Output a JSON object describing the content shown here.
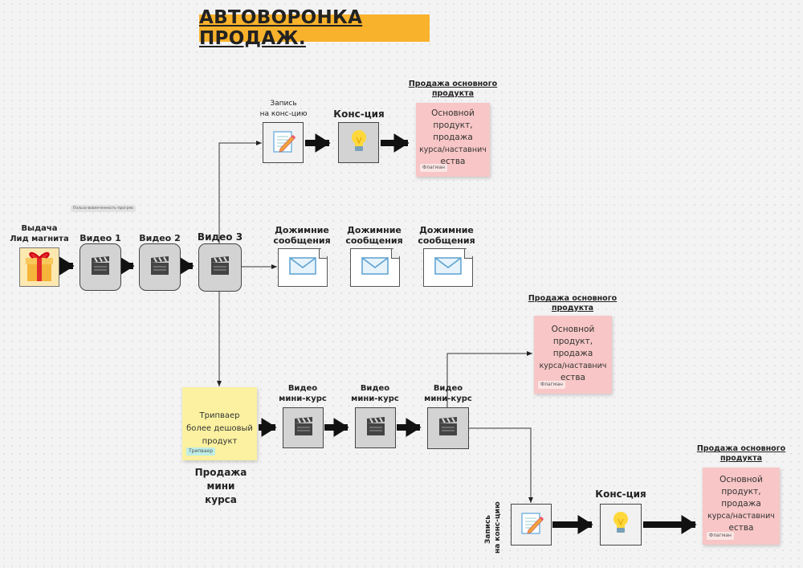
{
  "title": "АВТОВОРОНКА ПРОДАЖ.",
  "chip": "Польза-вовлеченность-прогрев",
  "lead": {
    "label_1": "Выдача",
    "label_2": "Лид магнита",
    "icon": "gift-icon"
  },
  "videos": [
    {
      "label": "Видео 1"
    },
    {
      "label": "Видео 2"
    },
    {
      "label": "Видео 3"
    }
  ],
  "followups": [
    {
      "l1": "Дожимние",
      "l2": "сообщения"
    },
    {
      "l1": "Дожимние",
      "l2": "сообщения"
    },
    {
      "l1": "Дожимние",
      "l2": "сообщения"
    }
  ],
  "top_branch": {
    "signup_1": "Запись",
    "signup_2": "на конс-цию",
    "consult": "Конс-ция"
  },
  "main_product": {
    "heading_1": "Продажа основного",
    "heading_2": "продукта",
    "lines": [
      "Основной",
      "продукт,",
      "продажа",
      "курса/наставнич",
      "ества"
    ],
    "tag": "Флагман"
  },
  "tripwire": {
    "lines": [
      "Трипваер",
      "более дешовый",
      "продукт"
    ],
    "tag": "Трипваер",
    "caption": [
      "Продажа",
      "мини",
      "курса"
    ]
  },
  "mini": {
    "l1": "Видео",
    "l2": "мини-курс"
  },
  "bottom_branch": {
    "signup_1": "Запись",
    "signup_2": "на конс-цию",
    "consult": "Конс-ция"
  },
  "colors": {
    "title_bg": "#f9b22b",
    "card": "#f8c6c6",
    "tripwire": "#fbf1a0",
    "node": "#d3d3d3"
  }
}
